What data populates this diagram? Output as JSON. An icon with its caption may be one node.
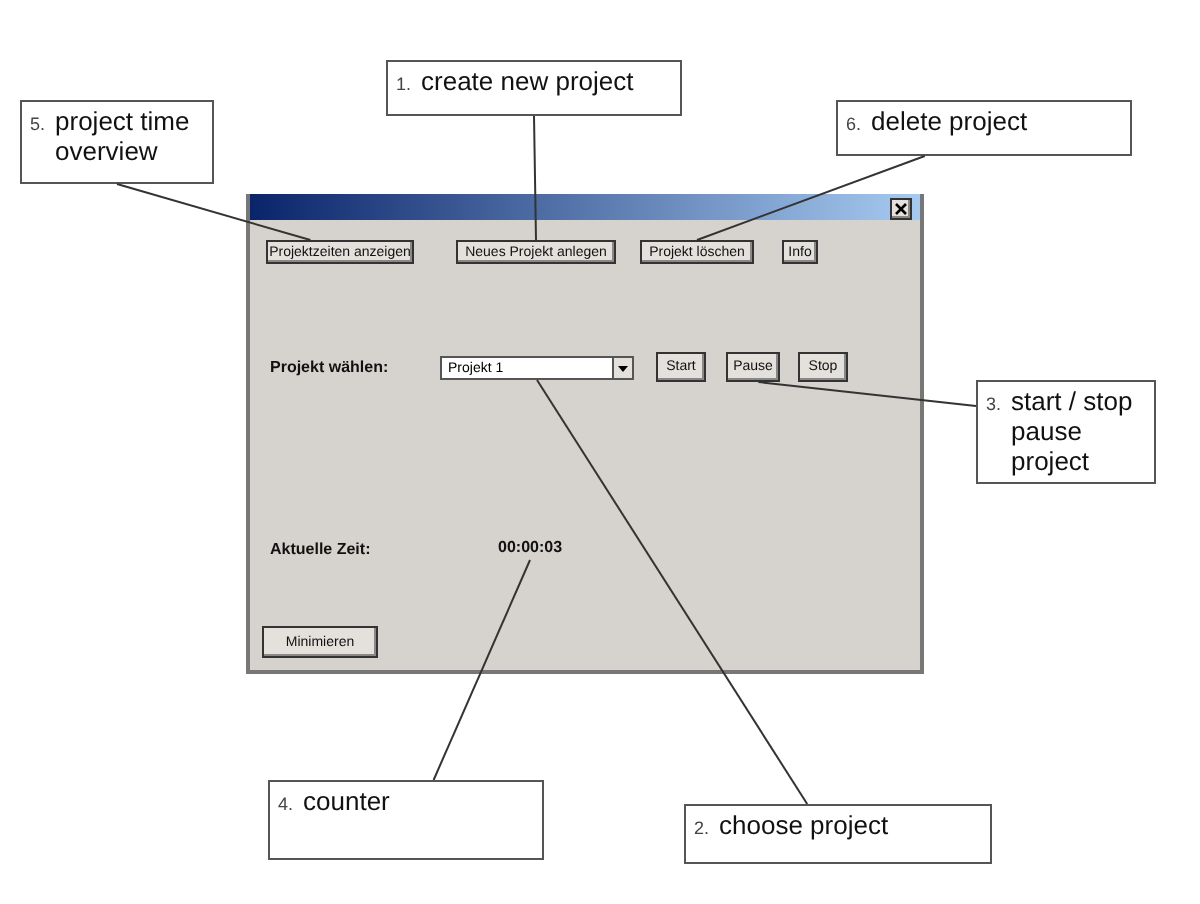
{
  "diagram": {
    "nodes": [
      {
        "text": [
          "5.",
          "project time overview"
        ]
      },
      {
        "text": [
          "1.",
          "create new project"
        ]
      },
      {
        "text": [
          "6.",
          "delete project"
        ]
      },
      {
        "text": [],
        "shape": "box"
      },
      {
        "text": [
          "Projektzeiten anzeigen"
        ],
        "in": 3
      },
      {
        "text": [
          "Neues Projekt anlegen"
        ],
        "in": 3
      },
      {
        "text": [
          "Projekt löschen"
        ],
        "in": 3
      },
      {
        "text": [
          "Info"
        ],
        "in": 3
      },
      {
        "text": [
          "Projekt 1"
        ],
        "in": 3
      },
      {
        "text": [
          "Start"
        ],
        "in": 3
      },
      {
        "text": [
          "Pause"
        ],
        "in": 3
      },
      {
        "text": [
          "Stop"
        ],
        "in": 3
      },
      {
        "text": [
          "3.",
          "start / stop pause project"
        ]
      },
      {
        "text": [
          "00:00:03"
        ],
        "in": 3
      },
      {
        "text": [
          "Minimieren"
        ],
        "in": 3
      },
      {
        "text": [
          "4.",
          "counter"
        ]
      },
      {
        "text": [
          "2.",
          "choose project"
        ]
      }
    ],
    "edges": [
      {
        "from": 0,
        "to": 4,
        "arrow": "none"
      },
      {
        "from": 1,
        "to": 5,
        "arrow": "none"
      },
      {
        "from": 2,
        "to": 6,
        "arrow": "none"
      },
      {
        "from": 12,
        "to": 10,
        "arrow": "none"
      },
      {
        "from": 15,
        "to": 13,
        "arrow": "none"
      },
      {
        "from": 16,
        "to": 8,
        "arrow": "none"
      }
    ],
    "labels": [
      "Projekt wählen:",
      "Aktuelle Zeit:"
    ]
  }
}
